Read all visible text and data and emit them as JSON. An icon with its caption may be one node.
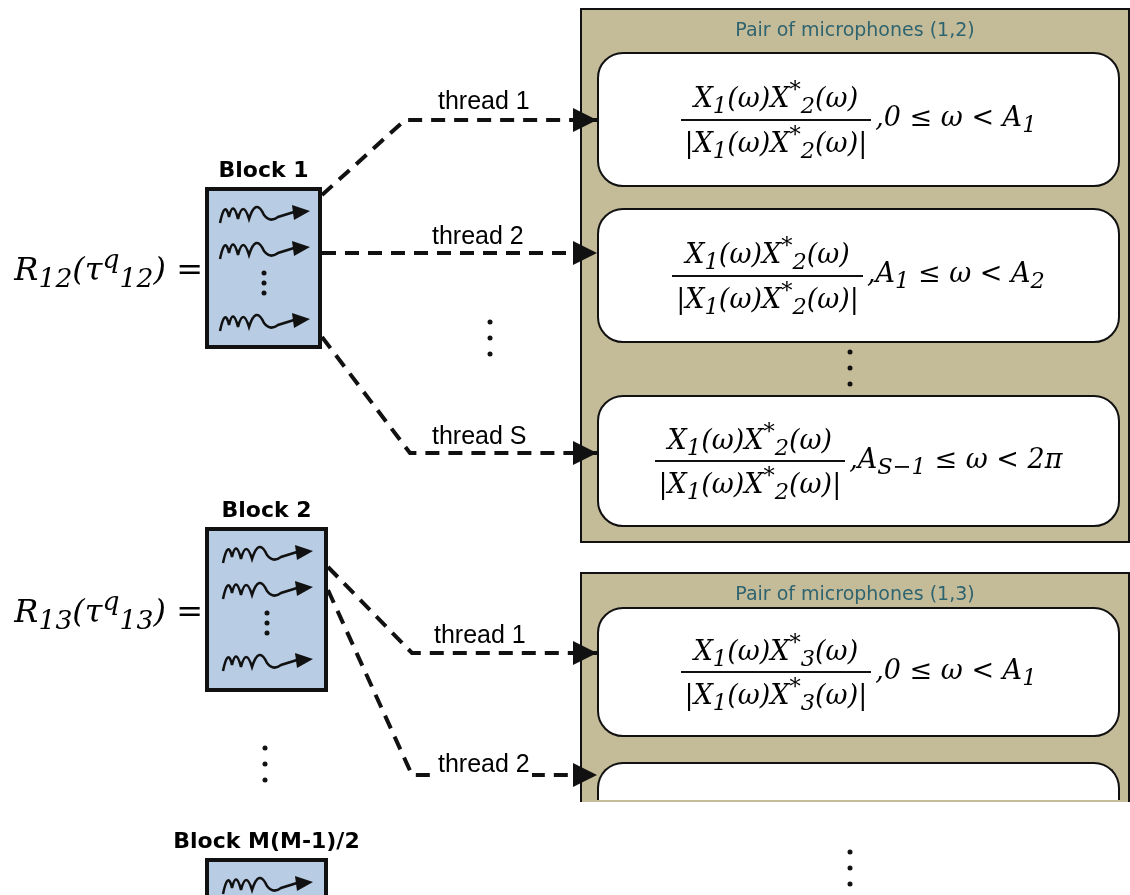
{
  "diagram": {
    "nodes": [
      {
        "text": [
          "Block 1"
        ],
        "beside": [
          "R$_{12}$(τ$^{q}$$_{12}$) ="
        ]
      },
      {
        "text": [
          "Pair of microphones (1,2)"
        ]
      },
      {
        "text": [
          "X$_{1}$(ω)X$^{*}$$_{2}$(ω)",
          "|X$_{1}$(ω)X$^{*}$$_{2}$(ω)|",
          ",0 ≤ ω < A$_{1}$"
        ],
        "in": 1
      },
      {
        "text": [
          "X$_{1}$(ω)X$^{*}$$_{2}$(ω)",
          "|X$_{1}$(ω)X$^{*}$$_{2}$(ω)|",
          ",A$_{1}$ ≤ ω < A$_{2}$"
        ],
        "in": 1
      },
      {
        "text": [
          "X$_{1}$(ω)X$^{*}$$_{2}$(ω)",
          "|X$_{1}$(ω)X$^{*}$$_{2}$(ω)|",
          ",A$_{S−1}$ ≤ ω < 2π"
        ],
        "in": 1
      },
      {
        "text": [
          "Block 2"
        ],
        "beside": [
          "R$_{13}$(τ$^{q}$$_{13}$) ="
        ]
      },
      {
        "text": [
          "Pair of microphones (1,3)"
        ]
      },
      {
        "text": [
          "X$_{1}$(ω)X$^{*}$$_{3}$(ω)",
          "|X$_{1}$(ω)X$^{*}$$_{3}$(ω)|",
          ",0 ≤ ω < A$_{1}$"
        ],
        "in": 6
      },
      {
        "text": [],
        "shape": "box",
        "in": 6
      },
      {
        "text": [
          "Block M(M-1)/2"
        ]
      }
    ],
    "edges": [
      {
        "from": 0,
        "to": 2,
        "arrow": "to",
        "label": "thread 1",
        "style": "dashed"
      },
      {
        "from": 0,
        "to": 3,
        "arrow": "to",
        "label": "thread 2",
        "style": "dashed"
      },
      {
        "from": 0,
        "to": 4,
        "arrow": "to",
        "label": "thread S",
        "style": "dashed"
      },
      {
        "from": 5,
        "to": 7,
        "arrow": "to",
        "label": "thread 1",
        "style": "dashed"
      },
      {
        "from": 5,
        "to": 8,
        "arrow": "to",
        "label": "thread 2",
        "style": "dashed"
      }
    ]
  }
}
